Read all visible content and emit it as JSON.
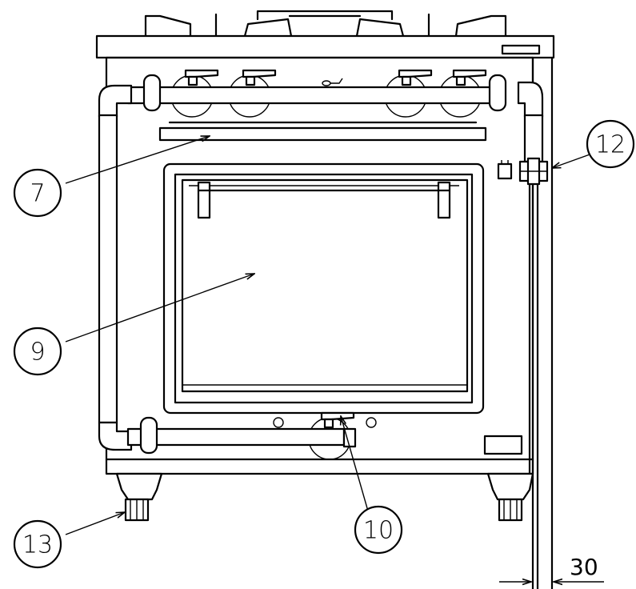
{
  "callouts": [
    {
      "id": "7",
      "label": "7"
    },
    {
      "id": "9",
      "label": "9"
    },
    {
      "id": "10",
      "label": "10"
    },
    {
      "id": "12",
      "label": "12"
    },
    {
      "id": "13",
      "label": "13"
    }
  ],
  "dimension": {
    "value": "30"
  }
}
